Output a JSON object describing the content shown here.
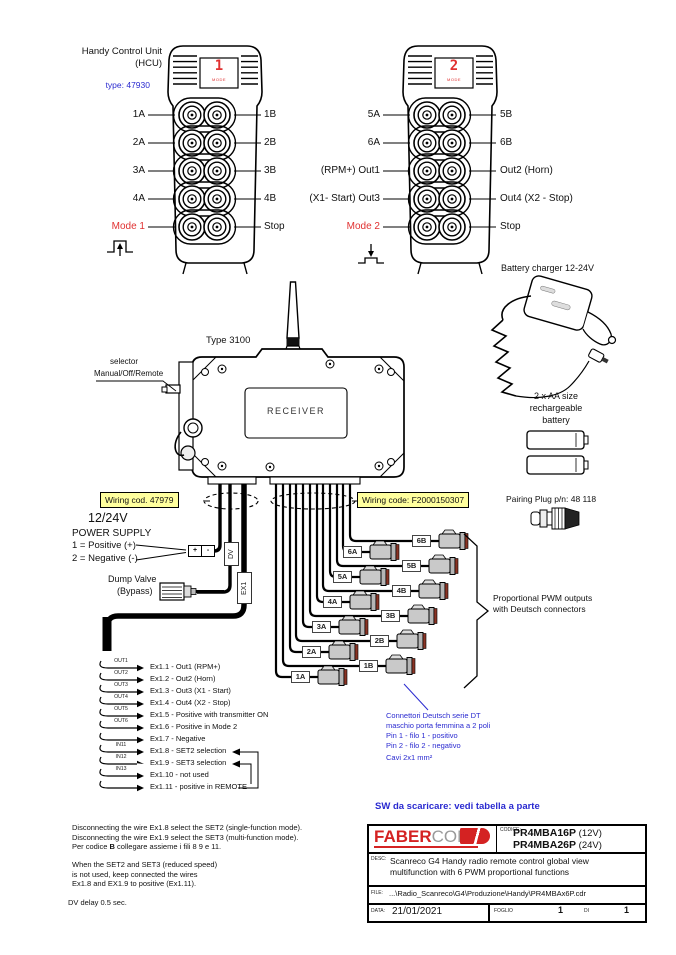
{
  "left_remote": {
    "title1": "Handy Control Unit",
    "title2": "(HCU)",
    "type": "type: 47930",
    "digit": "1",
    "mode_caption": "MODE",
    "labels_left": [
      "1A",
      "2A",
      "3A",
      "4A"
    ],
    "mode_label": "Mode 1",
    "labels_right": [
      "1B",
      "2B",
      "3B",
      "4B",
      "Stop"
    ]
  },
  "right_remote": {
    "digit": "2",
    "mode_caption": "MODE",
    "labels_left": [
      "5A",
      "6A",
      "(RPM+) Out1",
      "(X1- Start) Out3"
    ],
    "mode_label": "Mode 2",
    "labels_right": [
      "5B",
      "6B",
      "Out2 (Horn)",
      "Out4 (X2 - Stop)",
      "Stop"
    ]
  },
  "receiver": {
    "type": "Type 3100",
    "name": "RECEIVER",
    "selector1": "selector",
    "selector2": "Manual/Off/Remote"
  },
  "charger": {
    "title": "Battery charger 12-24V",
    "aa1": "2 x AA size",
    "aa2": "rechargeable",
    "aa3": "battery"
  },
  "pairing": {
    "label": "Pairing Plug p/n: 48 118"
  },
  "wiring": {
    "left": "Wiring cod. 47979",
    "right": "Wiring code: F2000150307"
  },
  "power": {
    "v": "12/24V",
    "l1": "POWER SUPPLY",
    "l2": "1 = Positive (+)",
    "l3": "2 = Negative (-)",
    "plus": "+",
    "minus": "-"
  },
  "dump": {
    "l1": "Dump Valve",
    "l2": "(Bypass)"
  },
  "tags": {
    "dv": "DV",
    "ex1": "EX1"
  },
  "connectors": [
    "6B",
    "6A",
    "5B",
    "5A",
    "4B",
    "4A",
    "3B",
    "3A",
    "2B",
    "2A",
    "1B",
    "1A"
  ],
  "pwm": {
    "l1": "Proportional PWM outputs",
    "l2": "with Deutsch connectors"
  },
  "wires": {
    "rows": [
      {
        "tag": "OUT1",
        "text": "Ex1.1 - Out1 (RPM+)"
      },
      {
        "tag": "OUT2",
        "text": "Ex1.2 - Out2 (Horn)"
      },
      {
        "tag": "OUT3",
        "text": "Ex1.3 - Out3 (X1 - Start)"
      },
      {
        "tag": "OUT4",
        "text": "Ex1.4 - Out4 (X2 - Stop)"
      },
      {
        "tag": "OUT5",
        "text": "Ex1.5 - Positive with transmitter ON"
      },
      {
        "tag": "OUT6",
        "text": "Ex1.6 - Positive in Mode 2"
      },
      {
        "tag": "",
        "text": "Ex1.7 - Negative"
      },
      {
        "tag": "IN11",
        "text": "Ex1.8 - SET2 selection"
      },
      {
        "tag": "IN12",
        "text": "Ex1.9 - SET3 selection"
      },
      {
        "tag": "IN13",
        "text": "Ex1.10 - not used"
      },
      {
        "tag": "",
        "text": "Ex1.11 - positive in REMOTE"
      }
    ]
  },
  "blue_note": {
    "l1": "Connettori Deutsch serie DT",
    "l2": "maschio porta femmina a 2 poli",
    "l3": "Pin 1 - filo 1 - positivo",
    "l4": "Pin 2 - filo 2 - negativo",
    "l5": "Cavi 2x1 mm²"
  },
  "notes": {
    "p1l1": "Disconnecting the wire Ex1.8 select the SET2 (single-function mode).",
    "p1l2": "Disconnecting the wire Ex1.9 select the SET3 (multi-function mode).",
    "p1l3a": "Per codice ",
    "p1l3b": "B",
    "p1l3c": " collegare assieme i fili 8 9 e 11.",
    "p2l1": "When the SET2 and SET3 (reduced speed)",
    "p2l2": "is not used, keep connected the wires",
    "p2l3": "Ex1.8 and EX1.9 to positive (Ex1.11).",
    "p3": "DV delay 0.5 sec."
  },
  "titleblock": {
    "sw_note": "SW da scaricare: vedi tabella a parte",
    "logo1": "FABER",
    "logo2": "COM",
    "codice_label": "CODICE:",
    "code1": "PR4MBA16P",
    "code1v": " (12V)",
    "code2": "PR4MBA26P",
    "code2v": " (24V)",
    "desc_label": "DESC:",
    "desc1": "Scanreco G4 Handy radio remote control global view",
    "desc2": "multifunction with 6 PWM proportional functions",
    "file_label": "FILE:",
    "file": "...\\Radio_Scanreco\\G4\\Produzione\\Handy\\PR4MBAx6P.cdr",
    "data_label": "DATA:",
    "date": "21/01/2021",
    "foglio_label": "FOGLIO",
    "foglio": "1",
    "di_label": "DI",
    "di": "1"
  },
  "colors": {
    "accent_red": "#d42222",
    "note_blue": "#2a2ad0",
    "wiring_yellow": "#ffff9e"
  }
}
